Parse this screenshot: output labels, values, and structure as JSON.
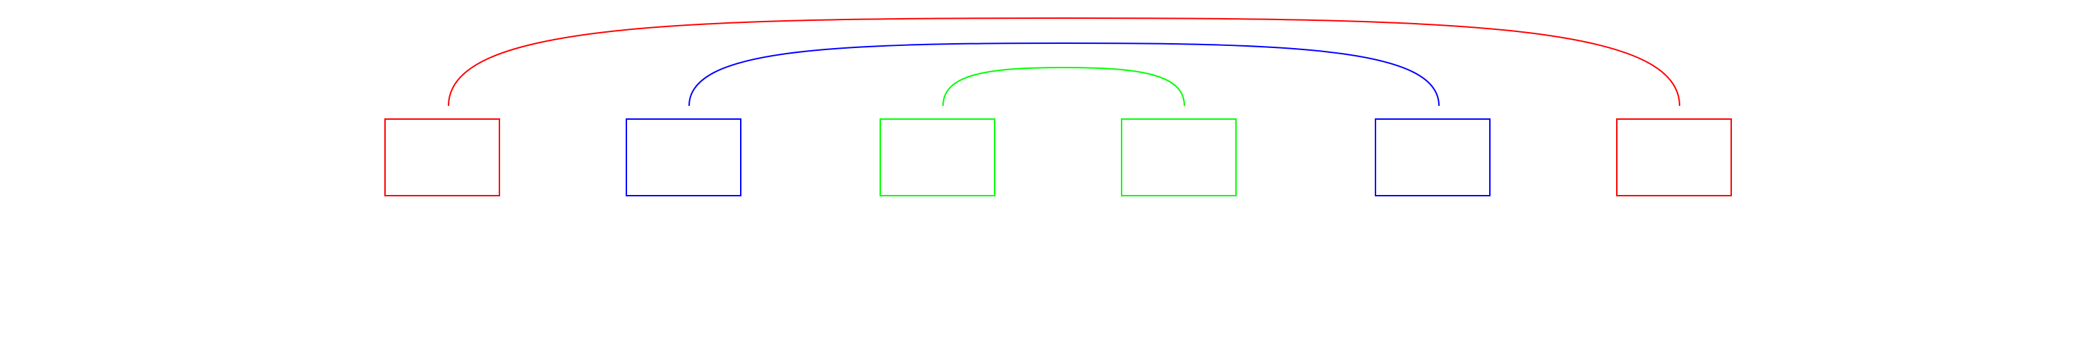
{
  "diagram": {
    "type": "nested-pair-arcs",
    "background": "#ffffff",
    "boxes": [
      {
        "id": "box-1",
        "color": "#ff0000"
      },
      {
        "id": "box-2",
        "color": "#0000ff"
      },
      {
        "id": "box-3",
        "color": "#00ff00"
      },
      {
        "id": "box-4",
        "color": "#00ff00"
      },
      {
        "id": "box-5",
        "color": "#0000ff"
      },
      {
        "id": "box-6",
        "color": "#ff0000"
      }
    ],
    "arcs": [
      {
        "id": "arc-outer",
        "from": 1,
        "to": 6,
        "color": "#ff0000"
      },
      {
        "id": "arc-middle",
        "from": 2,
        "to": 5,
        "color": "#0000ff"
      },
      {
        "id": "arc-inner",
        "from": 3,
        "to": 4,
        "color": "#00ff00"
      }
    ]
  }
}
